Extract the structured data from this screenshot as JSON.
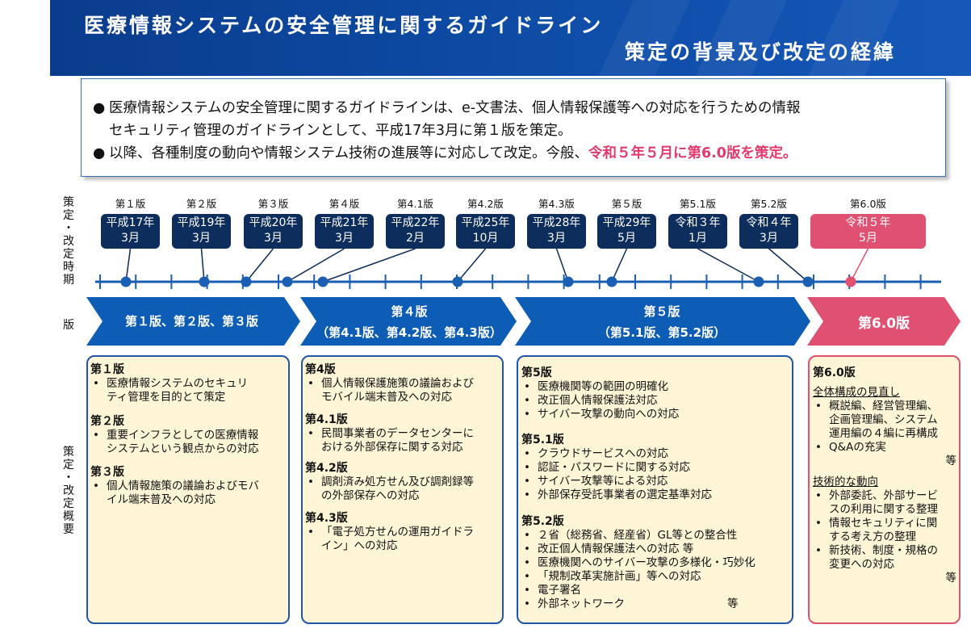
{
  "header": {
    "title_line1": "医療情報システムの安全管理に関するガイドライン",
    "title_line2": "策定の背景及び改定の経緯"
  },
  "summary": {
    "bullet1_line1": "医療情報システムの安全管理に関するガイドラインは、e-文書法、個人情報保護等への対応を行うための情報",
    "bullet1_line2": "セキュリティ管理のガイドラインとして、平成17年3月に第１版を策定。",
    "bullet2_text": "以降、各種制度の動向や情報システム技術の進展等に対応して改定。今般、",
    "bullet2_highlight": "令和５年５月に第6.0版を策定。"
  },
  "row_labels": {
    "timing": "策定・改定時期",
    "version": "版",
    "overview": "策定・改定概要"
  },
  "timeline": [
    {
      "version": "第１版",
      "era": "平成17年",
      "month": "3月",
      "highlight": false
    },
    {
      "version": "第２版",
      "era": "平成19年",
      "month": "3月",
      "highlight": false
    },
    {
      "version": "第３版",
      "era": "平成20年",
      "month": "3月",
      "highlight": false
    },
    {
      "version": "第４版",
      "era": "平成21年",
      "month": "3月",
      "highlight": false
    },
    {
      "version": "第4.1版",
      "era": "平成22年",
      "month": "2月",
      "highlight": false
    },
    {
      "version": "第4.2版",
      "era": "平成25年",
      "month": "10月",
      "highlight": false
    },
    {
      "version": "第4.3版",
      "era": "平成28年",
      "month": "3月",
      "highlight": false
    },
    {
      "version": "第５版",
      "era": "平成29年",
      "month": "5月",
      "highlight": false
    },
    {
      "version": "第5.1版",
      "era": "令和３年",
      "month": "1月",
      "highlight": false
    },
    {
      "version": "第5.2版",
      "era": "令和４年",
      "month": "3月",
      "highlight": false
    },
    {
      "version": "第6.0版",
      "era": "令和５年",
      "month": "5月",
      "highlight": true
    }
  ],
  "phases": [
    {
      "line1": "第１版、第２版、第３版",
      "line2": ""
    },
    {
      "line1": "第４版",
      "line2": "（第4.1版、第4.2版、第4.3版）"
    },
    {
      "line1": "第５版",
      "line2": "（第5.1版、第5.2版）"
    },
    {
      "line1": "第6.0版",
      "line2": ""
    }
  ],
  "panels": {
    "p1": {
      "v1_title": "第１版",
      "v1_item1a": "医療情報システムのセキュリ",
      "v1_item1b": "ティ管理を目的とて策定",
      "v2_title": "第２版",
      "v2_item1a": "重要インフラとしての医療情報",
      "v2_item1b": "システムという観点からの対応",
      "v3_title": "第３版",
      "v3_item1a": "個人情報施策の議論およびモバ",
      "v3_item1b": "イル端末普及への対応"
    },
    "p2": {
      "v4_title": "第4版",
      "v4_item1a": "個人情報保護施策の議論および",
      "v4_item1b": "モバイル端末普及への対応",
      "v41_title": "第4.1版",
      "v41_item1a": "民間事業者のデータセンターに",
      "v41_item1b": "おける外部保存に関する対応",
      "v42_title": "第4.2版",
      "v42_item1a": "調剤済み処方せん及び調剤録等",
      "v42_item1b": "の外部保存への対応",
      "v43_title": "第4.3版",
      "v43_item1a": "「電子処方せんの運用ガイドラ",
      "v43_item1b": "イン」への対応"
    },
    "p3": {
      "v5_title": "第5版",
      "v5_items": [
        "医療機関等の範囲の明確化",
        "改正個人情報保護法対応",
        "サイバー攻撃の動向への対応"
      ],
      "v51_title": "第5.1版",
      "v51_items": [
        "クラウドサービスへの対応",
        "認証・パスワードに関する対応",
        "サイバー攻撃等による対応",
        "外部保存受託事業者の選定基準対応"
      ],
      "v52_title": "第5.2版",
      "v52_items": [
        "２省（総務省、経産省）GL等との整合性",
        "改正個人情報保護法への対応 等",
        "医療機関へのサイバー攻撃の多様化・巧妙化",
        "「規制改革実施計画」等への対応",
        "電子署名",
        "外部ネットワーク"
      ],
      "v52_tou": "等"
    },
    "p4": {
      "title": "第6.0版",
      "sec1_heading": "全体構成の見直し",
      "sec1_item1a": "概説編、経営管理編、",
      "sec1_item1b": "企画管理編、システム",
      "sec1_item1c": "運用編の４編に再構成",
      "sec1_item2": "Q&Aの充実",
      "sec1_tou": "等",
      "sec2_heading": "技術的な動向",
      "sec2_item1a": "外部委託、外部サービ",
      "sec2_item1b": "スの利用に関する整理",
      "sec2_item2a": "情報セキュリティに関",
      "sec2_item2b": "する考え方の整理",
      "sec2_item3a": "新技術、制度・規格の",
      "sec2_item3b": "変更への対応",
      "sec2_tou": "等"
    }
  },
  "colors": {
    "navy": "#0d2d5c",
    "blue": "#1f56a6",
    "arrow_blue": "#0d5cb5",
    "pink": "#e05071",
    "panel_bg": "#fdf5d6",
    "highlight_text": "#e23b6d"
  }
}
